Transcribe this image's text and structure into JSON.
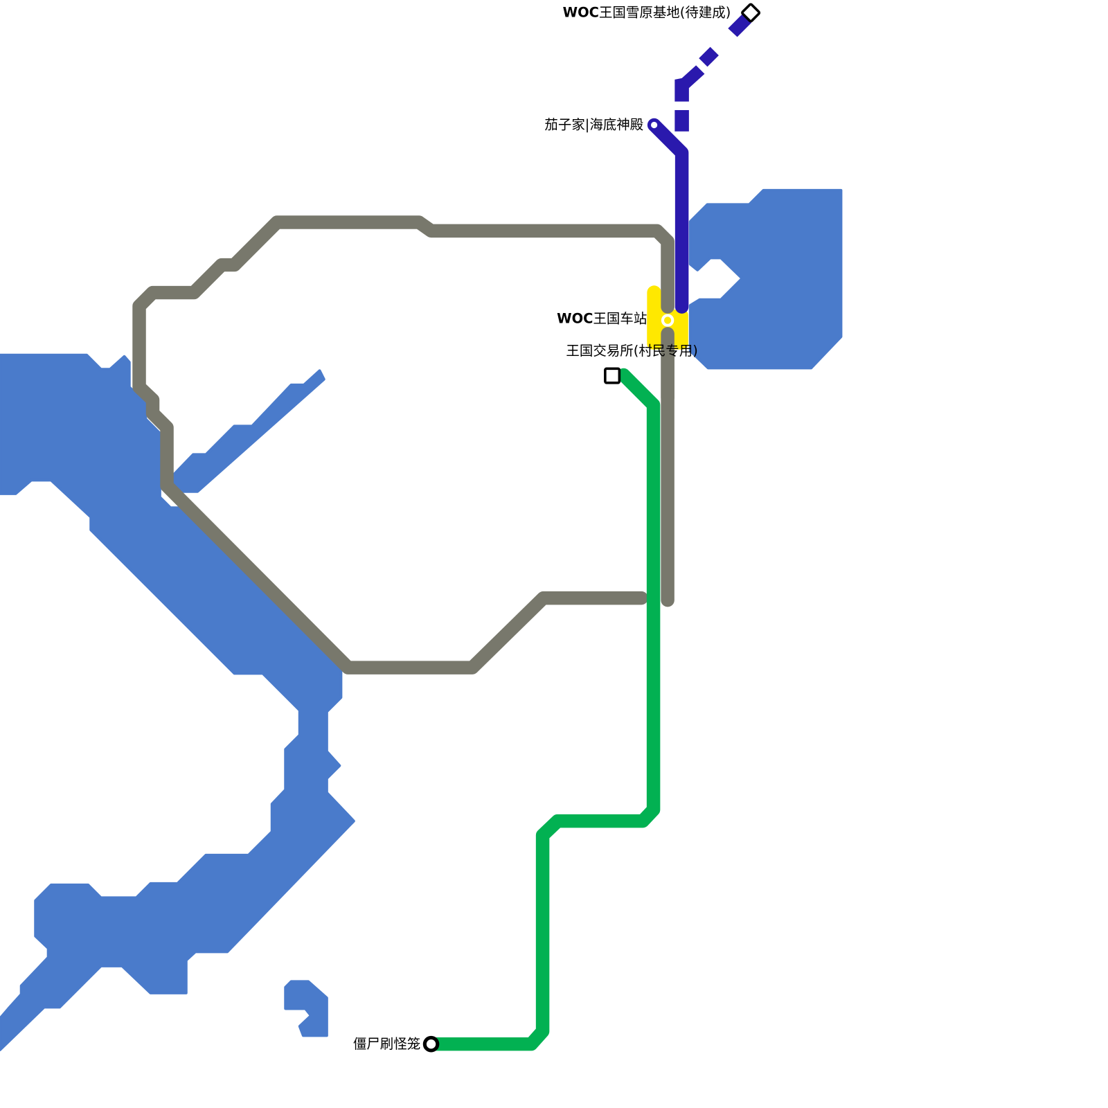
{
  "map": {
    "type": "transit-map",
    "colors": {
      "background": "#ffffff",
      "water": "#4a7bcb",
      "line_purple": "#2a19ad",
      "line_gray": "#78786c",
      "line_green": "#02b152",
      "interchange_yellow": "#ffe800",
      "station_stroke": "#000000"
    },
    "lines": [
      {
        "id": "purple",
        "name": "purple-line",
        "color": "#2a19ad",
        "status": "partially under construction (dashed segment)"
      },
      {
        "id": "gray",
        "name": "gray-line",
        "color": "#78786c"
      },
      {
        "id": "green",
        "name": "green-line",
        "color": "#02b152"
      }
    ],
    "stations": [
      {
        "id": "snow-base",
        "label_prefix": "WOC",
        "label_rest": "王国雪原基地(待建成)",
        "marker": "diamond",
        "line": "purple"
      },
      {
        "id": "eggplant-temple",
        "label": "茄子家|海底神殿",
        "marker": "circle-small",
        "line": "purple"
      },
      {
        "id": "kingdom-station",
        "label_prefix": "WOC",
        "label_rest": "王国车站",
        "marker": "interchange",
        "line": "purple,gray"
      },
      {
        "id": "exchange",
        "label": "王国交易所(村民专用)",
        "marker": "square",
        "line": "green"
      },
      {
        "id": "zombie-farm",
        "label": "僵尸刷怪笼",
        "marker": "circle-large",
        "line": "green"
      }
    ]
  }
}
